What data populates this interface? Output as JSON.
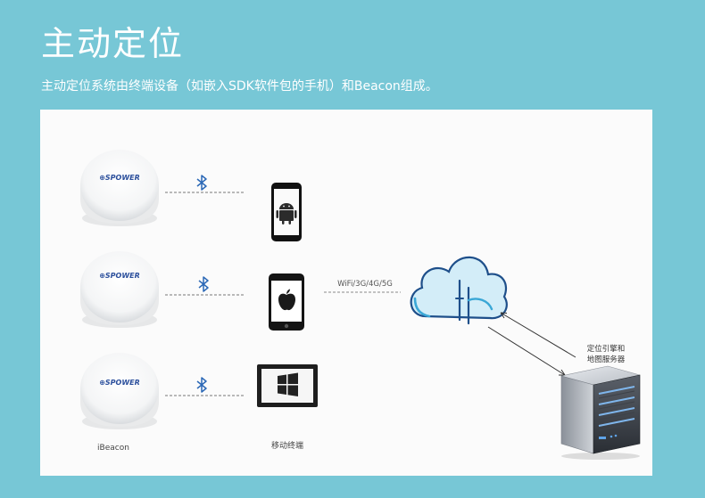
{
  "header": {
    "title": "主动定位",
    "subtitle": "主动定位系统由终端设备（如嵌入SDK软件包的手机）和Beacon组成。"
  },
  "diagram": {
    "beacon_brand": "⊕SPOWER",
    "beacon_caption": "iBeacon",
    "device_caption": "移动终端",
    "network_label": "WiFi/3G/4G/5G",
    "server_label_line1": "定位引擎和",
    "server_label_line2": "地图服务器",
    "colors": {
      "background": "#77c7d6",
      "panel": "#fbfbfb",
      "bluetooth": "#2b68b6",
      "cloud": "#3aa7d6",
      "device": "#1a1a1a"
    }
  }
}
